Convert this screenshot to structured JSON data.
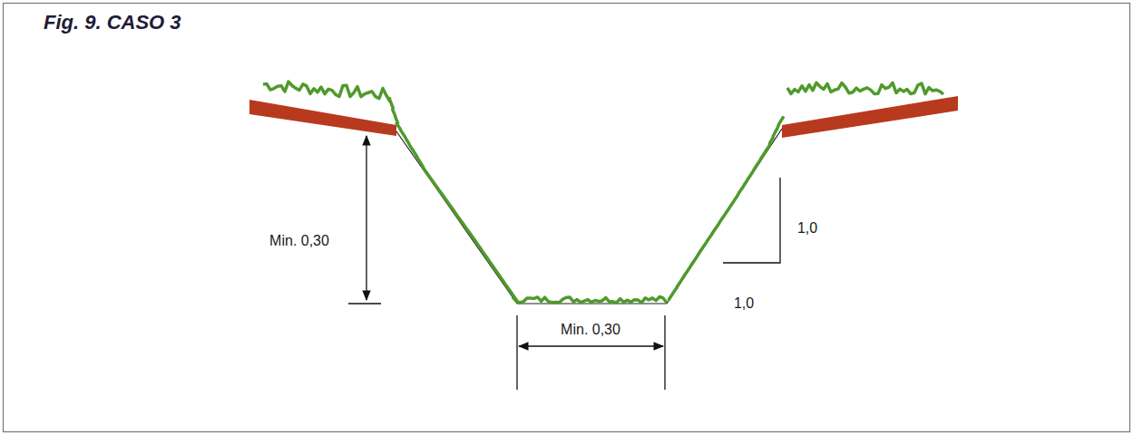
{
  "diagram": {
    "title": "Fig. 9. CASO 3",
    "labels": [
      "Min. 0,30",
      "Min. 0,30",
      "1,0",
      "1,0"
    ]
  }
}
